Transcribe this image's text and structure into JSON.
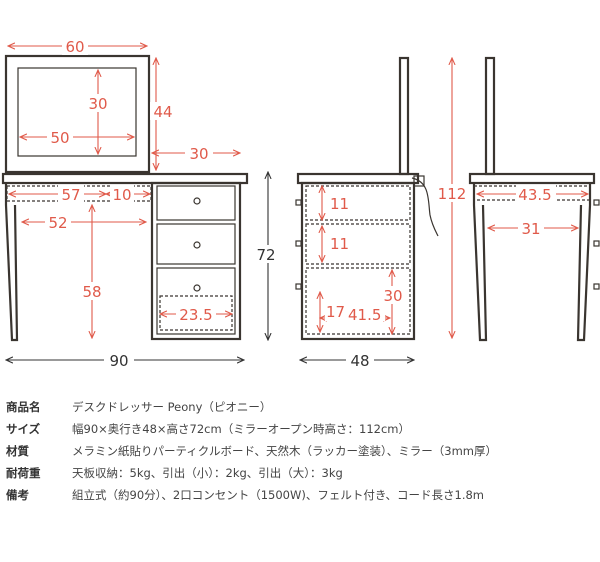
{
  "diagram": {
    "front": {
      "mirror_width": "60",
      "mirror_glass_height": "30",
      "mirror_glass_width": "50",
      "mirror_height": "44",
      "mirror_side_gap": "30",
      "top_inner_width": "57",
      "drawer_offset": "10",
      "knee_width": "52",
      "knee_height": "58",
      "drawer_width": "23.5",
      "total_width": "90",
      "total_height": "72"
    },
    "side": {
      "drawer_small_1": "11",
      "drawer_small_2": "11",
      "mirror_total_height": "112",
      "drawer_large_height": "30",
      "drawer_large_inner_h": "17",
      "drawer_large_depth": "41.5",
      "depth": "48"
    },
    "back": {
      "top_depth": "43.5",
      "leg_span": "31"
    }
  },
  "specs": [
    {
      "key": "商品名",
      "value": "デスクドレッサー Peony（ピオニー）"
    },
    {
      "key": "サイズ",
      "value": "幅90×奥行き48×高さ72cm（ミラーオープン時高さ：112cm）"
    },
    {
      "key": "材質",
      "value": "メラミン紙貼りパーティクルボード、天然木（ラッカー塗装）、ミラー（3mm厚）"
    },
    {
      "key": "耐荷重",
      "value": "天板収納：5kg、引出（小）：2kg、引出（大）：3kg"
    },
    {
      "key": "備考",
      "value": "組立式（約90分）、2口コンセント（1500W)、フェルト付き、コード長さ1.8m"
    }
  ]
}
